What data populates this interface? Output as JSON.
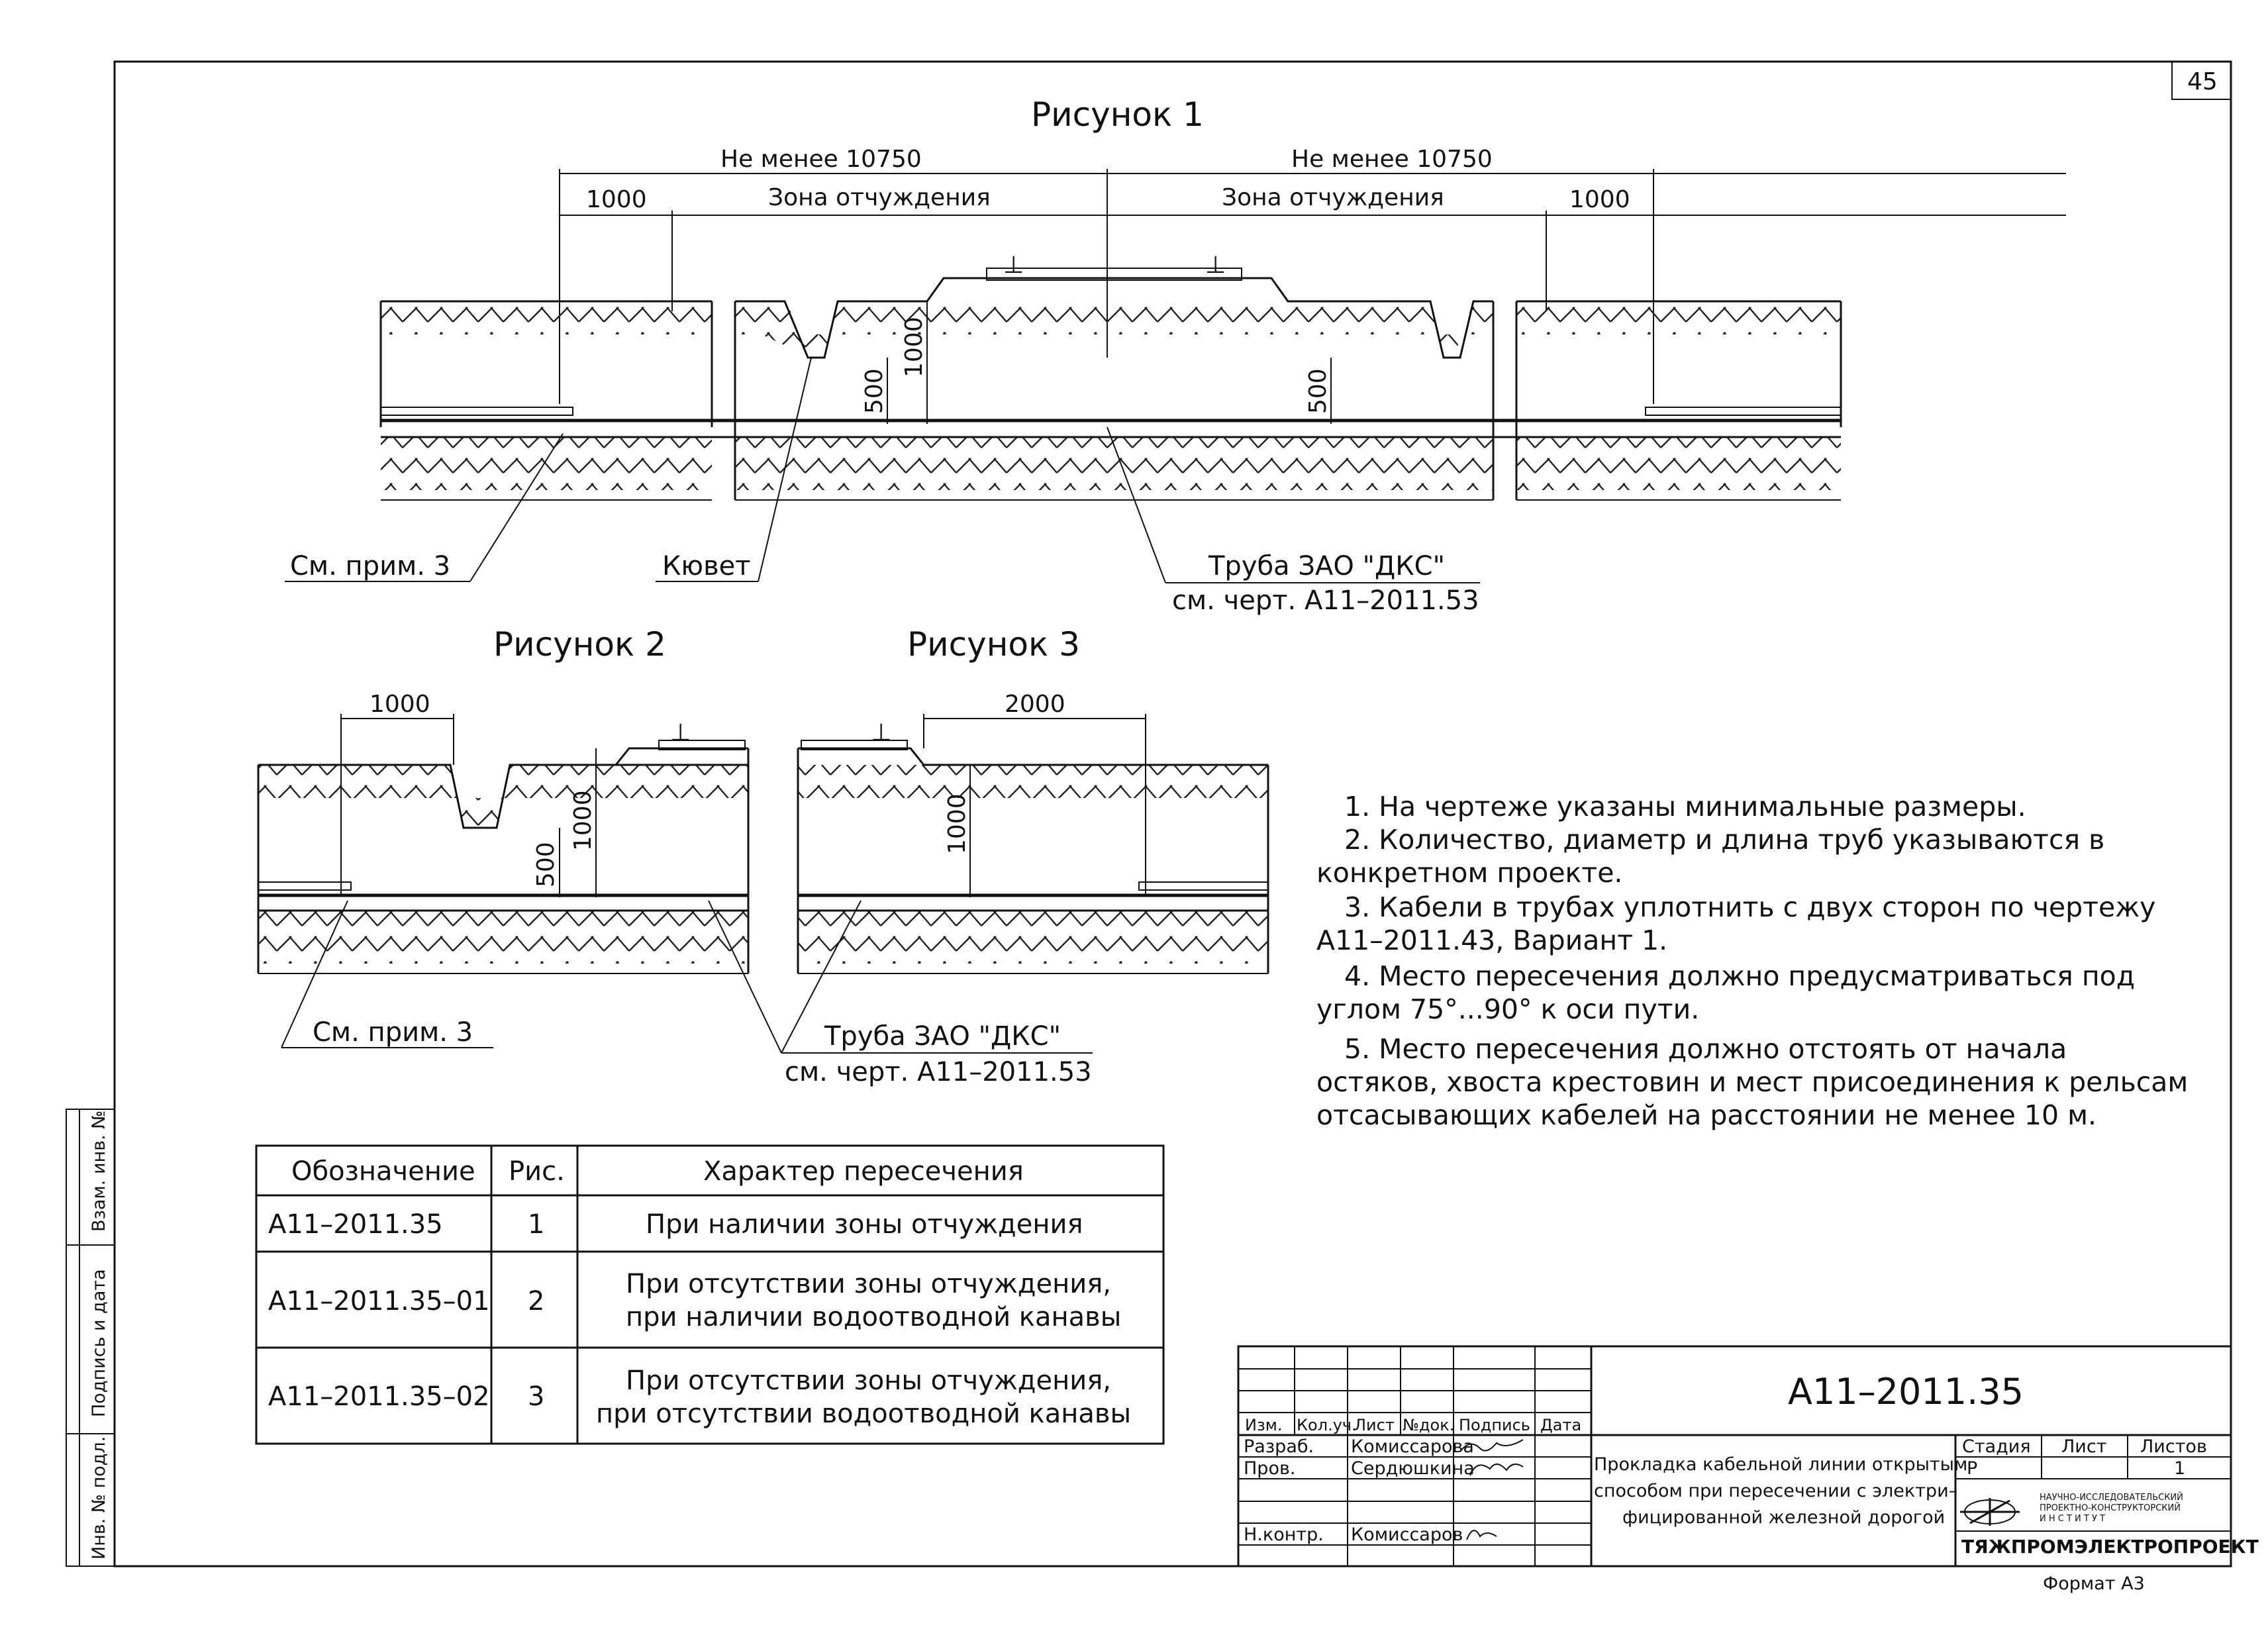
{
  "sheet_number": "45",
  "figure1": {
    "title": "Рисунок 1",
    "dim_left_total": "Не менее 10750",
    "dim_right_total": "Не менее 10750",
    "dim_left_offset": "1000",
    "dim_right_offset": "1000",
    "zone_left": "Зона отчуждения",
    "zone_right": "Зона отчуждения",
    "depth_1000": "1000",
    "depth_500_left": "500",
    "depth_500_right": "500",
    "callout_note": "См. прим. 3",
    "callout_ditch": "Кювет",
    "callout_pipe": "Труба ЗАО \"ДКС\"",
    "callout_pipe_ref": "см. черт. А11–2011.53"
  },
  "figure2": {
    "title": "Рисунок 2",
    "dim_offset": "1000",
    "depth_500": "500",
    "depth_1000": "1000",
    "callout_note": "См. прим. 3"
  },
  "figure3": {
    "title": "Рисунок 3",
    "dim_offset": "2000",
    "depth_1000": "1000",
    "callout_pipe": "Труба ЗАО \"ДКС\"",
    "callout_pipe_ref": "см. черт. А11–2011.53"
  },
  "notes": [
    [
      "1. На чертеже указаны минимальные размеры."
    ],
    [
      "2. Количество, диаметр и длина труб указываются в",
      "конкретном проекте."
    ],
    [
      "3. Кабели в трубах уплотнить с двух сторон по чертежу",
      "А11–2011.43, Вариант 1."
    ],
    [
      "4. Место пересечения должно предусматриваться под",
      "углом 75°...90° к оси пути."
    ],
    [
      "5. Место пересечения должно отстоять от начала",
      "остяков, хвоста крестовин и мест присоединения к рельсам",
      "отсасывающих кабелей на расстоянии не менее 10 м."
    ]
  ],
  "table": {
    "headers": [
      "Обозначение",
      "Рис.",
      "Характер пересечения"
    ],
    "rows": [
      {
        "code": "А11–2011.35",
        "fig": "1",
        "desc": [
          "При наличии зоны отчуждения"
        ]
      },
      {
        "code": "А11–2011.35–01",
        "fig": "2",
        "desc": [
          "При отсутствии зоны отчуждения,",
          "при наличии водоотводной канавы"
        ]
      },
      {
        "code": "А11–2011.35–02",
        "fig": "3",
        "desc": [
          "При отсутствии зоны отчуждения,",
          "при отсутствии водоотводной канавы"
        ]
      }
    ]
  },
  "side_stamp": [
    "Взам. инв. №",
    "Подпись и дата",
    "Инв. № подл."
  ],
  "title_block": {
    "document_code": "А11–2011.35",
    "col_headers": [
      "Изм.",
      "Кол.уч.",
      "Лист",
      "№док.",
      "Подпись",
      "Дата"
    ],
    "staff": [
      {
        "role": "Разраб.",
        "name": "Комиссарова"
      },
      {
        "role": "Пров.",
        "name": "Сердюшкина"
      },
      {
        "role": "Н.контр.",
        "name": "Комиссаров"
      }
    ],
    "description": [
      "Прокладка кабельной линии открытым",
      "способом при пересечении с электри–",
      "фицированной железной дорогой"
    ],
    "stage_label": "Стадия",
    "sheet_label": "Лист",
    "sheets_label": "Листов",
    "stage_value": "Р",
    "sheets_value": "1",
    "org_subtitle": [
      "НАУЧНО-ИССЛЕДОВАТЕЛЬСКИЙ",
      "ПРОЕКТНО-КОНСТРУКТОРСКИЙ",
      "И Н С Т И Т У Т"
    ],
    "org_name": "ТЯЖПРОМЭЛЕКТРОПРОЕКТ"
  },
  "format": "Формат А3"
}
